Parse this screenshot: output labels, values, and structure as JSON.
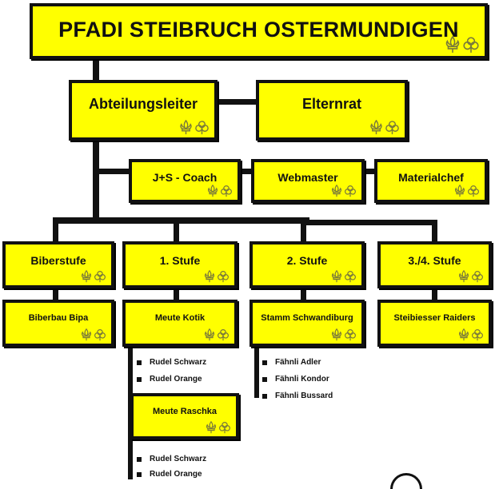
{
  "colors": {
    "box_fill": "#ffff00",
    "line": "#111111",
    "emblem": "#7a7a3a"
  },
  "title": "PFADI STEIBRUCH OSTERMUNDIGEN",
  "leaders": {
    "abteilungsleiter": "Abteilungsleiter",
    "elternrat": "Elternrat"
  },
  "support": {
    "coach": "J+S - Coach",
    "webmaster": "Webmaster",
    "materialchef": "Materialchef"
  },
  "stufen": {
    "biberstufe": "Biberstufe",
    "stufe1": "1. Stufe",
    "stufe2": "2. Stufe",
    "stufe34": "3./4. Stufe"
  },
  "units": {
    "biberbau": "Biberbau Bipa",
    "meute_kotik": "Meute Kotik",
    "stamm": "Stamm Schwandiburg",
    "raiders": "Steibiesser Raiders",
    "meute_raschka": "Meute Raschka"
  },
  "kotik_rudel": [
    "Rudel Schwarz",
    "Rudel Orange"
  ],
  "raschka_rudel": [
    "Rudel Schwarz",
    "Rudel Orange"
  ],
  "stamm_faehnli": [
    "Fähnli Adler",
    "Fähnli Kondor",
    "Fähnli Bussard"
  ],
  "emblem_icons": [
    "fleur-de-lis-icon",
    "clover-icon"
  ]
}
